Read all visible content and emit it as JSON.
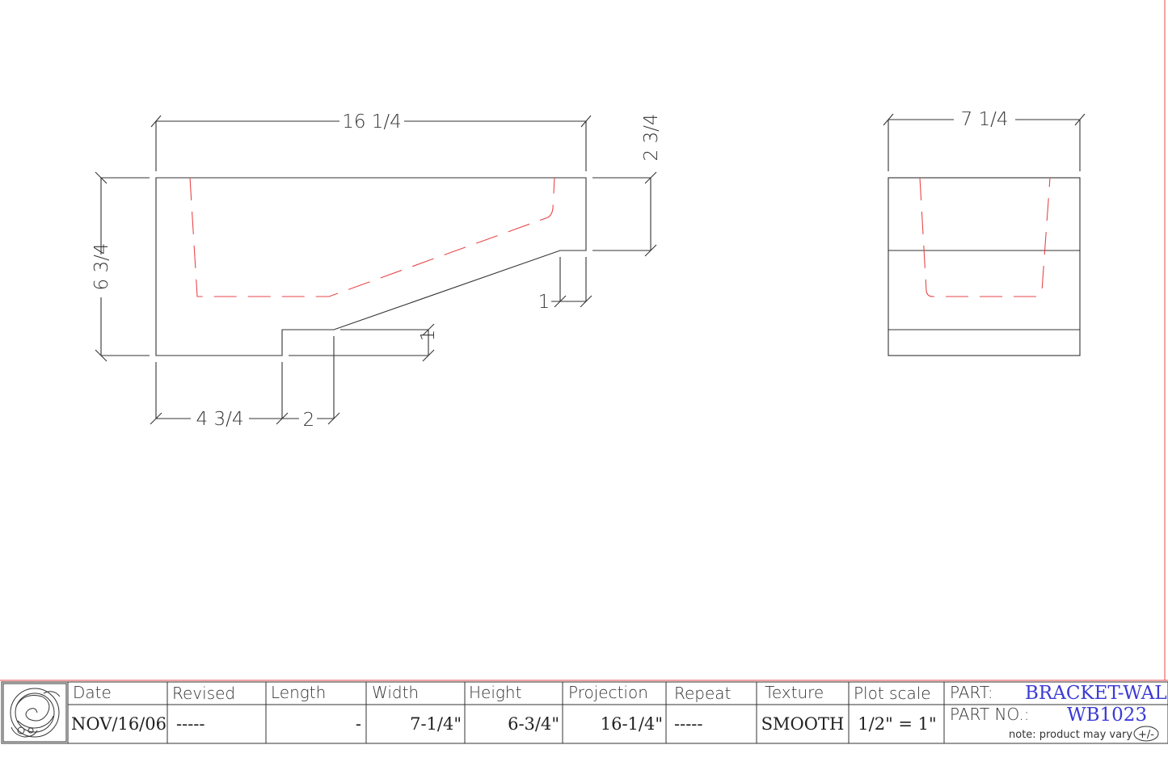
{
  "side_view": {
    "dims": {
      "overall_length": "16 1/4",
      "height": "6 3/4",
      "top_height": "2 3/4",
      "top_offset": "1",
      "step_height": "1",
      "base_length": "4 3/4",
      "step_length": "2"
    }
  },
  "front_view": {
    "dims": {
      "width": "7 1/4"
    }
  },
  "title_block": {
    "headers": {
      "date": "Date",
      "revised": "Revised",
      "length": "Length",
      "width": "Width",
      "height": "Height",
      "projection": "Projection",
      "repeat": "Repeat",
      "texture": "Texture",
      "plot_scale": "Plot scale"
    },
    "values": {
      "date": "NOV/16/06",
      "revised": "-----",
      "length": "-",
      "width": "7-1/4\"",
      "height": "6-3/4\"",
      "projection": "16-1/4\"",
      "repeat": "-----",
      "texture": "SMOOTH",
      "plot_scale": "1/2\" = 1\""
    },
    "part_label": "PART:",
    "part_name": "BRACKET-WAL",
    "part_no_label": "PART NO.:",
    "part_no": "WB1023",
    "note": "note: product may vary",
    "tolerance_symbol": "+/-"
  },
  "colors": {
    "line": "#333333",
    "hidden": "#e8474a",
    "border": "#e8474a",
    "part_text": "#3b3bd6"
  }
}
